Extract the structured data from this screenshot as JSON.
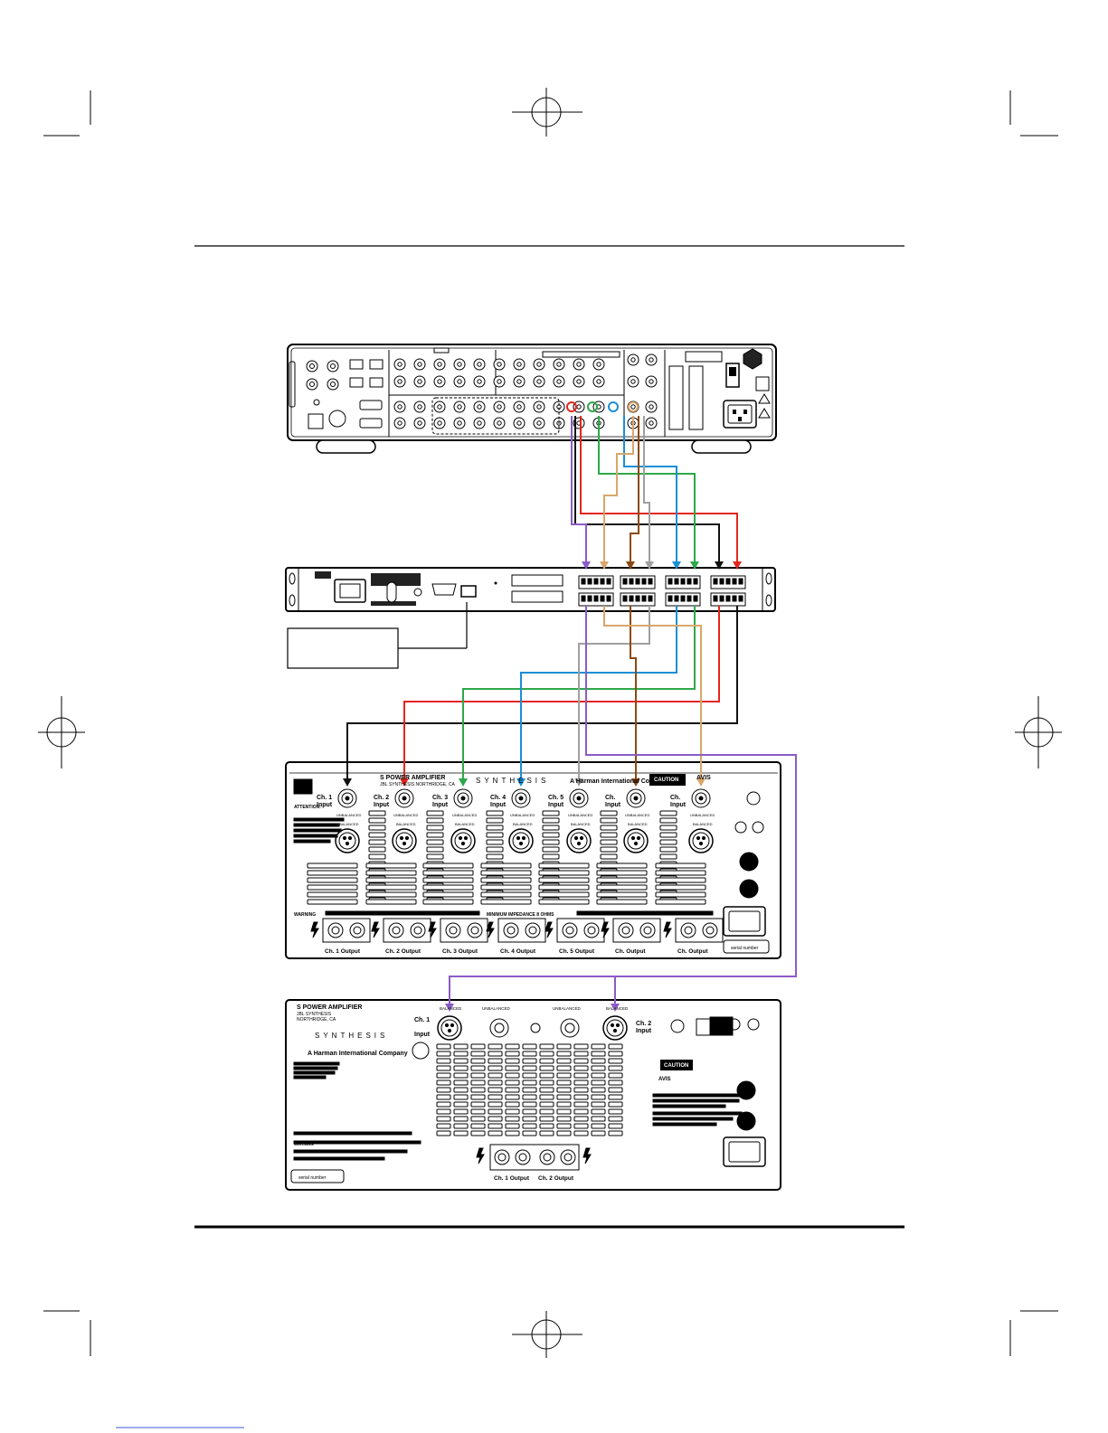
{
  "amp7": {
    "brand_line": "S      POWER AMPLIFIER",
    "location_line": "JBL SYNTHESIS    NORTHRIDGE, CA",
    "logo_text": "SYNTHESIS",
    "harman_text": "A Harman International Company",
    "caution_text": "CAUTION",
    "avis_text": "AVIS",
    "attention_text": "ATTENTION:",
    "channels": [
      {
        "name": "Ch. 1",
        "sub": "Input"
      },
      {
        "name": "Ch. 2",
        "sub": "Input"
      },
      {
        "name": "Ch. 3",
        "sub": "Input"
      },
      {
        "name": "Ch. 4",
        "sub": "Input"
      },
      {
        "name": "Ch. 5",
        "sub": "Input"
      },
      {
        "name": "Ch.",
        "sub": "Input"
      },
      {
        "name": "Ch.",
        "sub": "Input"
      }
    ],
    "unbalanced_text": "UNBALANCED",
    "balanced_text": "BALANCED",
    "min_impedance_text": "MINIMUM IMPEDANCE 8 OHMS",
    "warning_text": "WARNING",
    "outputs": [
      "Ch. 1 Output",
      "Ch. 2 Output",
      "Ch. 3 Output",
      "Ch. 4 Output",
      "Ch. 5 Output",
      "Ch.       Output",
      "Ch.       Output"
    ],
    "serial_text": "serial number"
  },
  "amp2": {
    "brand_line": "S      POWER AMPLIFIER",
    "location_lines": [
      "JBL SYNTHESIS",
      "NORTHRIDGE, CA"
    ],
    "logo_text": "SYNTHESIS",
    "harman_text": "A Harman International Company",
    "ch1_label": "Ch. 1",
    "ch1_sub": "Input",
    "ch2_label": "Ch. 2",
    "ch2_sub": "Input",
    "unbalanced_text": "UNBALANCED",
    "balanced_text": "BALANCED",
    "caution_text": "CAUTION",
    "avis_text": "AVIS",
    "warning_text": "WARNING",
    "outputs": [
      "Ch. 1 Output",
      "Ch. 2 Output"
    ],
    "serial_text": "serial number"
  },
  "crossover": {
    "label_box_text": ""
  },
  "colors": {
    "purple": "#8b5cc7",
    "tan": "#d9a76a",
    "brown": "#8b4a12",
    "gray": "#a0a0a0",
    "blue": "#1a8fd6",
    "green": "#2ea84a",
    "black": "#111111",
    "red": "#e3261c"
  }
}
